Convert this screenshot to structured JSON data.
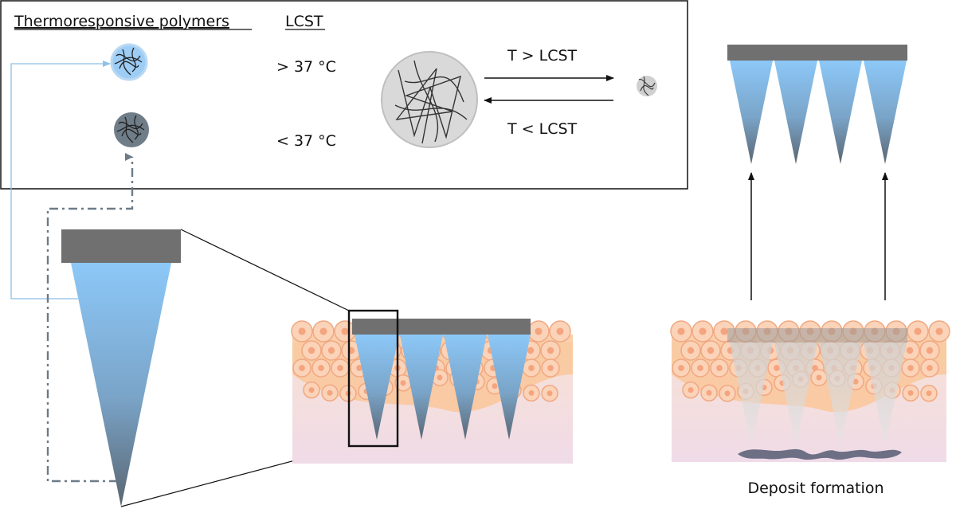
{
  "legend": {
    "title": "Thermoresponsive polymers",
    "lcst_header": "LCST",
    "above_temp": "> 37 °C",
    "below_temp": "< 37 °C"
  },
  "transition": {
    "forward": "T > LCST",
    "reverse": "T < LCST"
  },
  "caption": "Deposit formation",
  "colors": {
    "needle_top": "#8cc8f8",
    "needle_bottom": "#5f6f7e",
    "backing": "#707070",
    "hydrophilic_polymer": "#9dcdf5",
    "hydrophobic_polymer": "#6f7d88",
    "skin_base": "#f3dfe6",
    "cell_fill": "#fbd3b8",
    "cell_edge": "#f0a882",
    "deposit": "#6d6f85"
  }
}
